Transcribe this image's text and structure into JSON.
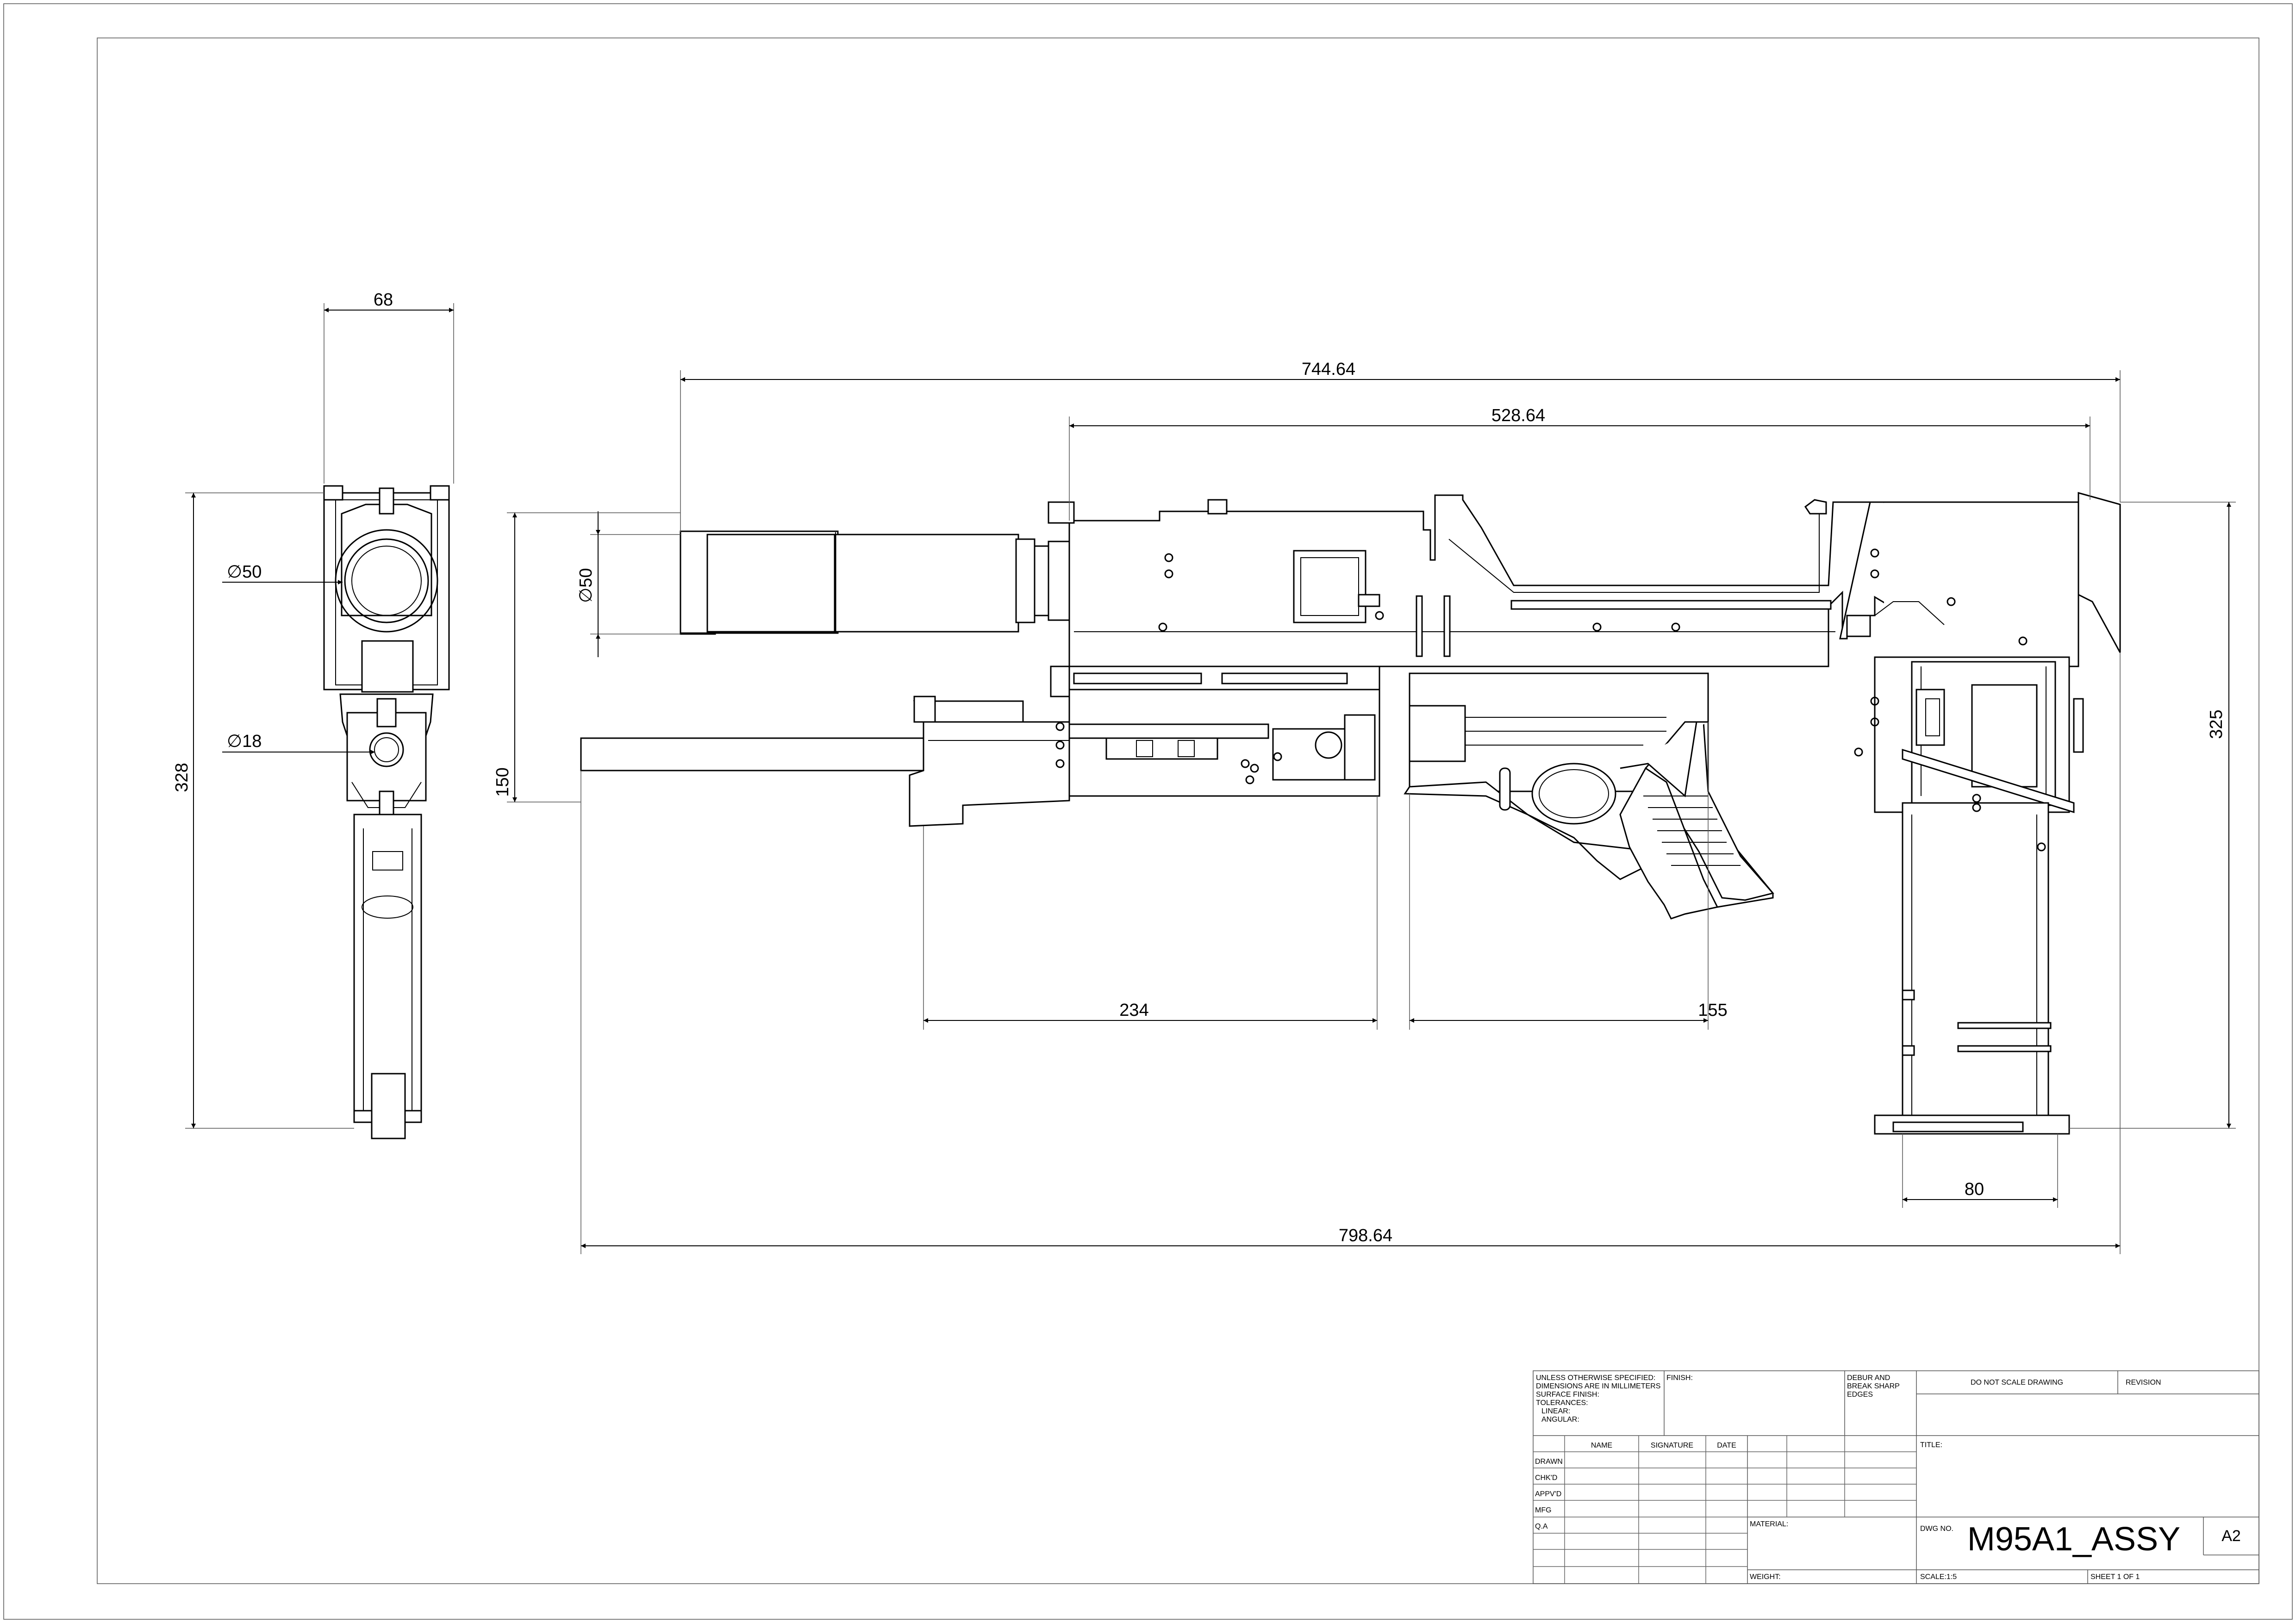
{
  "dimensions": {
    "front_width": "68",
    "front_height": "328",
    "front_dia_large": "∅50",
    "front_dia_small": "∅18",
    "side_overall": "798.64",
    "side_upper_length": "744.64",
    "side_receiver_length": "528.64",
    "side_barrel_dia": "∅50",
    "side_height_front": "150",
    "side_height_total": "325",
    "side_lower_left": "234",
    "side_lower_right": "155",
    "side_mag_width": "80"
  },
  "title_block": {
    "general_notes": [
      "UNLESS OTHERWISE SPECIFIED:",
      "DIMENSIONS ARE IN MILLIMETERS",
      "SURFACE FINISH:",
      "TOLERANCES:",
      "LINEAR:",
      "ANGULAR:"
    ],
    "finish_label": "FINISH:",
    "debur_note": [
      "DEBUR AND",
      "BREAK SHARP",
      "EDGES"
    ],
    "do_not_scale": "DO NOT SCALE DRAWING",
    "revision_label": "REVISION",
    "title_label": "TITLE:",
    "columns": [
      "NAME",
      "SIGNATURE",
      "DATE"
    ],
    "rows": [
      "DRAWN",
      "CHK'D",
      "APPV'D",
      "MFG",
      "Q.A"
    ],
    "material_label": "MATERIAL:",
    "weight_label": "WEIGHT:",
    "dwg_no_label": "DWG NO.",
    "dwg_no": "M95A1_ASSY",
    "sheet_size": "A2",
    "scale": "SCALE:1:5",
    "sheet": "SHEET 1 OF 1"
  }
}
